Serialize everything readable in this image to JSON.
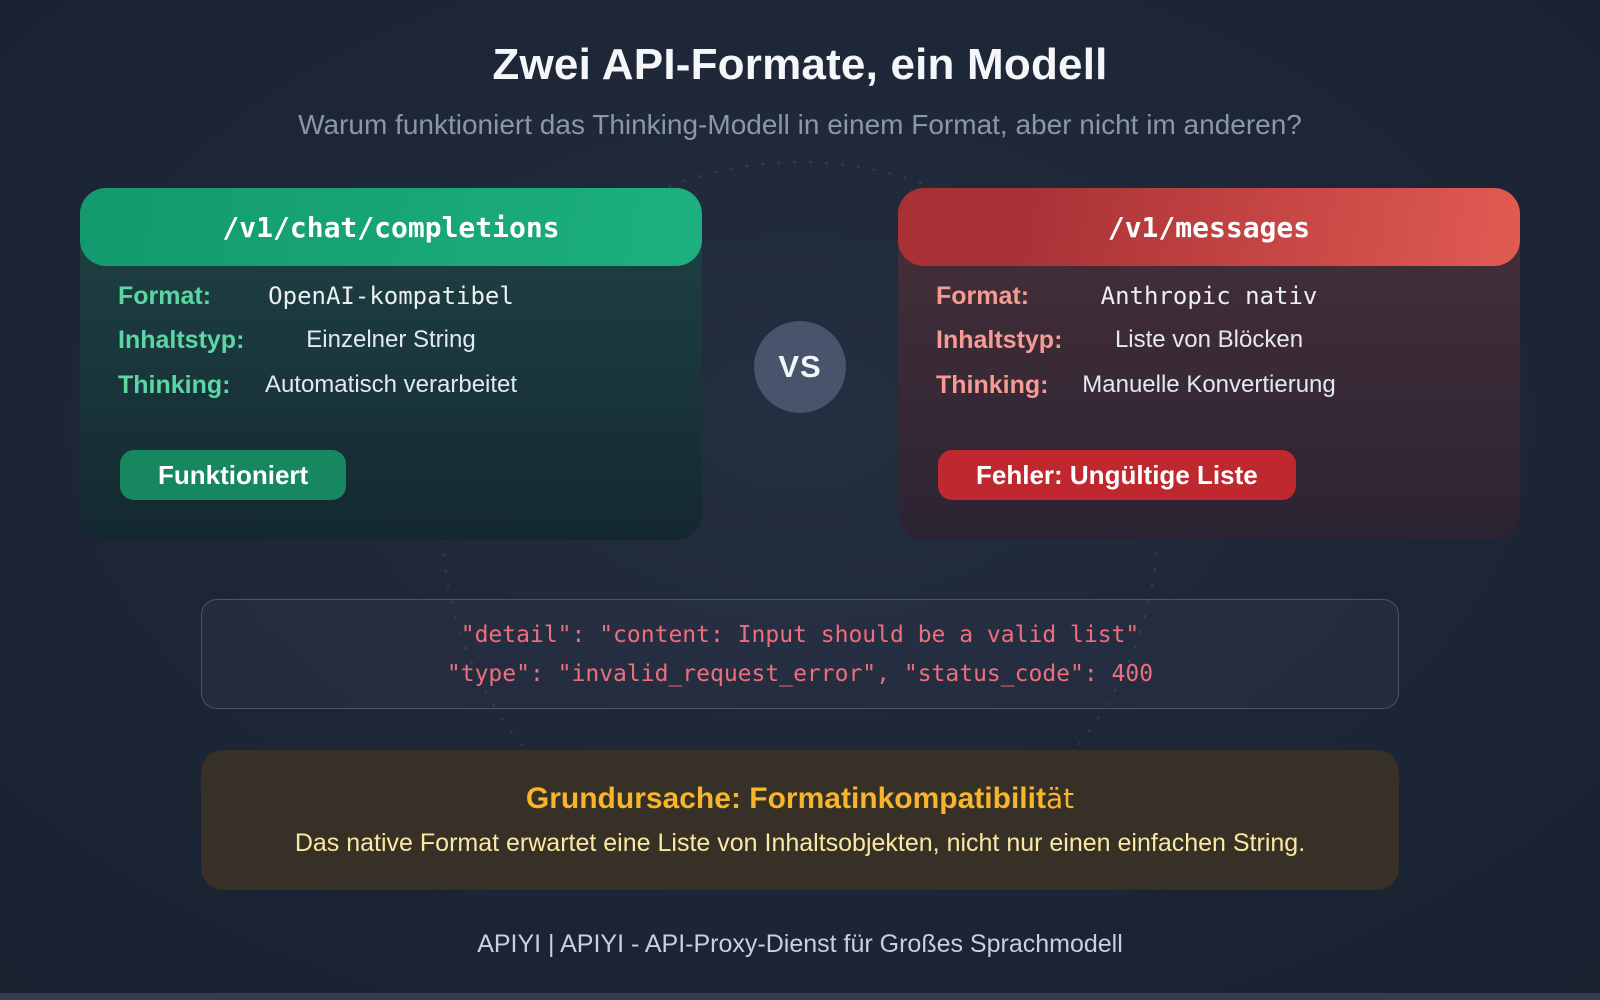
{
  "page": {
    "title": "Zwei API-Formate, ein Modell",
    "subtitle": "Warum funktioniert das Thinking-Modell in einem Format, aber nicht im anderen?",
    "footer": "APIYI | APIYI - API-Proxy-Dienst für Großes Sprachmodell"
  },
  "vs_label": "VS",
  "cards": {
    "left": {
      "endpoint": "/v1/chat/completions",
      "rows": [
        {
          "label": "Format:",
          "value": "OpenAI-kompatibel"
        },
        {
          "label": "Inhaltstyp:",
          "value": "Einzelner String"
        },
        {
          "label": "Thinking:",
          "value": "Automatisch verarbeitet"
        }
      ],
      "badge": "Funktioniert"
    },
    "right": {
      "endpoint": "/v1/messages",
      "rows": [
        {
          "label": "Format:",
          "value": "Anthropic nativ"
        },
        {
          "label": "Inhaltstyp:",
          "value": "Liste von Blöcken"
        },
        {
          "label": "Thinking:",
          "value": "Manuelle Konvertierung"
        }
      ],
      "badge": "Fehler: Ungültige Liste"
    }
  },
  "error_block": {
    "line1": "\"detail\": \"content: Input should be a valid list\"",
    "line2": "\"type\": \"invalid_request_error\", \"status_code\": 400"
  },
  "root_cause": {
    "heading_main": "Grundursache: Formatinkompatibilit",
    "heading_umlaut": "ät",
    "body": "Das native Format erwartet eine Liste von Inhaltsobjekten, nicht nur einen einfachen String."
  },
  "colors": {
    "green-header-start": "#129a6d",
    "green-header-end": "#1db07e",
    "green-label": "#5cd6a2",
    "green-badge": "#17875f",
    "red-header-start": "#a93136",
    "red-header-end": "#e15b52",
    "red-label": "#f59b94",
    "red-badge": "#bf282e",
    "error-text": "#ee6e7c",
    "amber-heading": "#f7b52b",
    "amber-body": "#fae9a2"
  }
}
